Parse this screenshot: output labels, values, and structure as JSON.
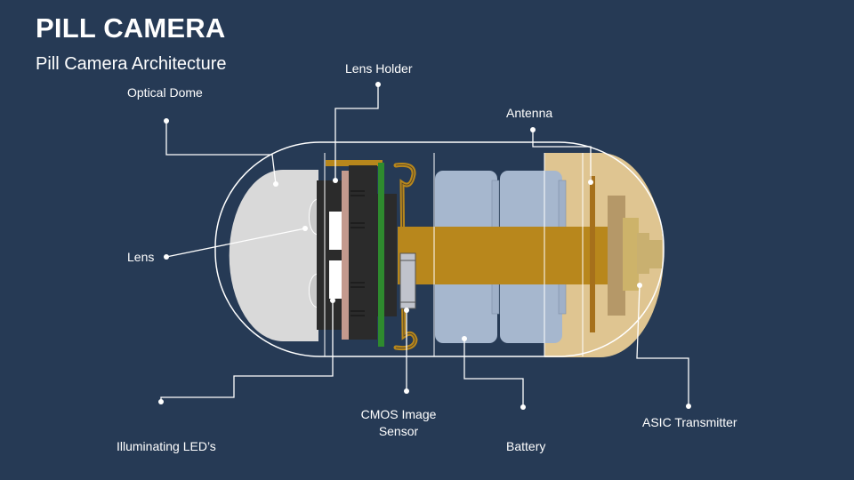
{
  "title": "PILL CAMERA",
  "subtitle": "Pill Camera Architecture",
  "labels": {
    "optical_dome": "Optical Dome",
    "lens_holder": "Lens Holder",
    "antenna": "Antenna",
    "lens": "Lens",
    "illuminating_leds": "Illuminating LED’s",
    "cmos_line1": "CMOS Image",
    "cmos_line2": "Sensor",
    "battery": "Battery",
    "asic_transmitter": "ASIC Transmitter"
  },
  "colors": {
    "background": "#263a55",
    "optical_dome": "#d9d9d9",
    "battery": "#a6b7ce",
    "gold_pcb": "#b8871c",
    "back_shell": "#dfc591",
    "green_board": "#2e8a2e",
    "lens_housing": "#2b2b2b",
    "text_and_leaders": "#ffffff"
  }
}
